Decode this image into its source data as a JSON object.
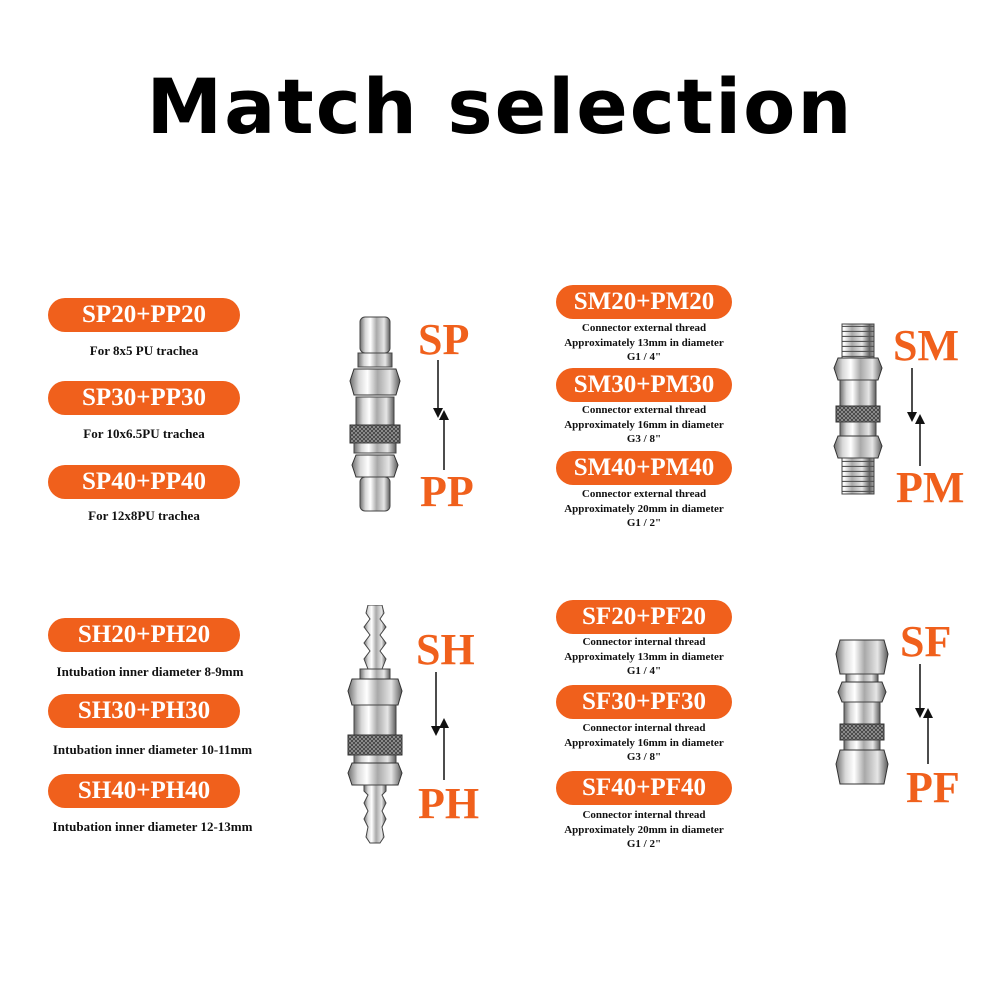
{
  "title": "Match selection",
  "left_top": [
    {
      "label": "SP20+PP20",
      "caption": "For 8x5 PU trachea"
    },
    {
      "label": "SP30+PP30",
      "caption": "For 10x6.5PU trachea"
    },
    {
      "label": "SP40+PP40",
      "caption": "For 12x8PU trachea"
    }
  ],
  "left_bottom": [
    {
      "label": "SH20+PH20",
      "caption": "Intubation inner diameter 8-9mm"
    },
    {
      "label": "SH30+PH30",
      "caption": "Intubation inner diameter 10-11mm"
    },
    {
      "label": "SH40+PH40",
      "caption": "Intubation inner diameter 12-13mm"
    }
  ],
  "right_top": [
    {
      "label": "SM20+PM20",
      "line1": "Connector external thread",
      "line2": "Approximately 13mm in diameter",
      "line3": "G1 / 4\""
    },
    {
      "label": "SM30+PM30",
      "line1": "Connector external thread",
      "line2": "Approximately 16mm in diameter",
      "line3": "G3 / 8\""
    },
    {
      "label": "SM40+PM40",
      "line1": "Connector external thread",
      "line2": "Approximately 20mm in diameter",
      "line3": "G1 / 2\""
    }
  ],
  "right_bottom": [
    {
      "label": "SF20+PF20",
      "line1": "Connector internal thread",
      "line2": "Approximately 13mm in diameter",
      "line3": "G1 / 4\""
    },
    {
      "label": "SF30+PF30",
      "line1": "Connector internal thread",
      "line2": "Approximately 16mm in diameter",
      "line3": "G3 / 8\""
    },
    {
      "label": "SF40+PF40",
      "line1": "Connector internal thread",
      "line2": "Approximately 20mm in diameter",
      "line3": "G1 / 2\""
    }
  ],
  "tags": {
    "sp": "SP",
    "pp": "PP",
    "sm": "SM",
    "pm": "PM",
    "sh": "SH",
    "ph": "PH",
    "sf": "SF",
    "pf": "PF"
  },
  "colors": {
    "accent": "#f0601c",
    "text": "#111111"
  },
  "icons": {
    "sp_pp": "sp-pp-coupler-image",
    "sm_pm": "sm-pm-coupler-image",
    "sh_ph": "sh-ph-coupler-image",
    "sf_pf": "sf-pf-coupler-image"
  }
}
